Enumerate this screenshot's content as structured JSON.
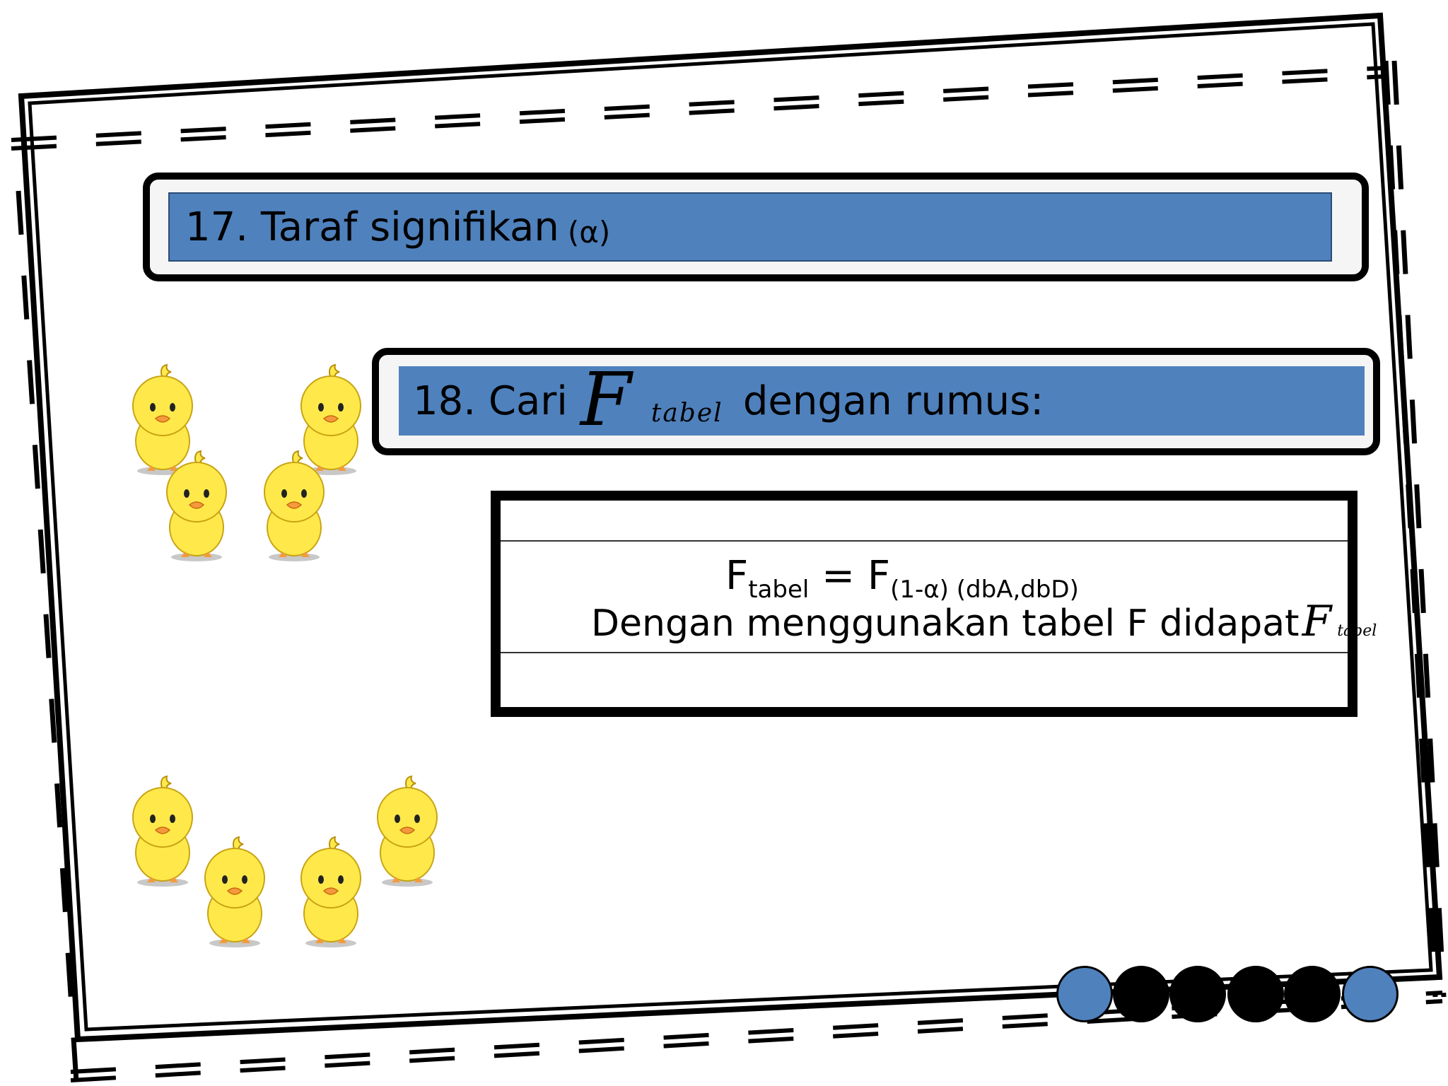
{
  "item17": {
    "text": "17. Taraf signifikan",
    "alpha": "(α)"
  },
  "item18": {
    "prefix": "18. Cari",
    "symbol": "F",
    "symbol_sub": "tabel",
    "suffix": "dengan rumus:"
  },
  "formula": {
    "lhs": "F",
    "lhs_sub": "tabel",
    "equals": "=",
    "rhs": "F",
    "rhs_sub": "(1-α) (dbA,dbD)",
    "line2_text": "Dengan menggunakan tabel F didapat",
    "line2_symbol": "F",
    "line2_symbol_sub": "tabel"
  },
  "colors": {
    "accent_blue": "#4f81bd",
    "chick_yellow": "#ffe94a",
    "beak_orange": "#f59a3c"
  },
  "decorations": {
    "chicks_icon": "chick-icon",
    "progress_dots": [
      "blue",
      "black",
      "black",
      "black",
      "black",
      "blue"
    ]
  }
}
